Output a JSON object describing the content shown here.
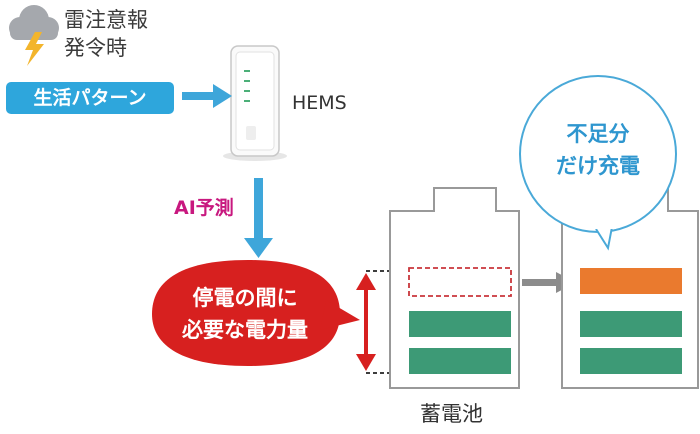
{
  "weather": {
    "warning_text": "雷注意報\n発令時",
    "icon": "thundercloud-icon",
    "cloud_color": "#a5a8ad",
    "bolt_color": "#f3b52c"
  },
  "life_pattern": {
    "label": "生活パターン",
    "color": "#2ea6dc"
  },
  "hems": {
    "label": "HEMS"
  },
  "ai_prediction": {
    "label": "AI予測",
    "color": "#c8187f"
  },
  "outage_need": {
    "label": "停電の間に\n必要な電力量",
    "color": "#d7201f"
  },
  "charge_bubble": {
    "label": "不足分\nだけ充電",
    "color": "#2e96cf"
  },
  "battery": {
    "label": "蓄電池",
    "left_cells": [
      "empty",
      "full",
      "full"
    ],
    "right_cells": [
      "charged",
      "full",
      "full"
    ],
    "full_color": "#3d9a76",
    "charged_color": "#ea7a2e",
    "empty_outline_color": "#c9363b"
  },
  "arrow_color": "#3ea6da",
  "transfer_arrow_color": "#8c8c8c"
}
